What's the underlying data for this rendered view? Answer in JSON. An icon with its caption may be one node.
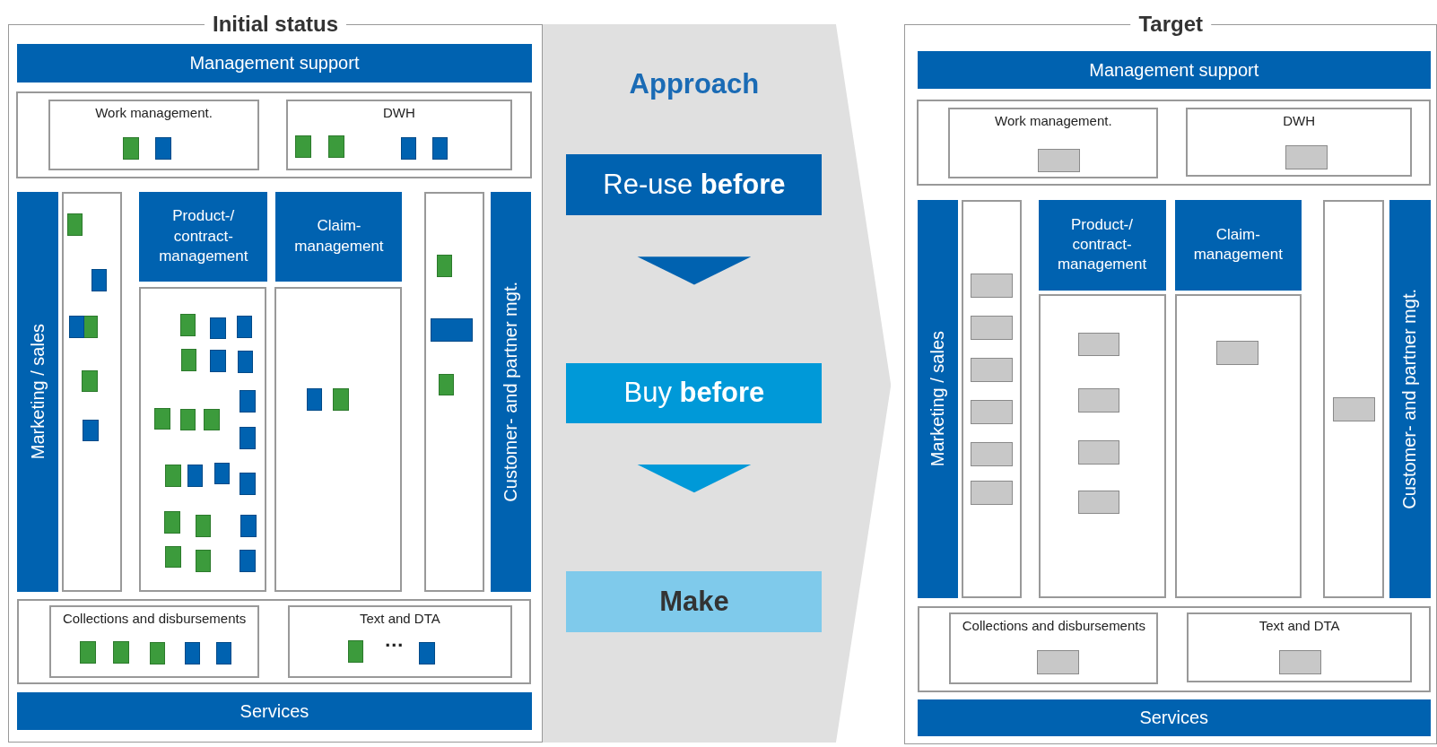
{
  "diagram": {
    "nodes": [
      {
        "text": [
          "Initial status"
        ]
      },
      {
        "text": [
          "Management support"
        ],
        "in": 0
      },
      {
        "text": [],
        "shape": "box",
        "in": 0
      },
      {
        "text": [
          "Work management."
        ],
        "in": 2
      },
      {
        "text": [
          "DWH"
        ],
        "in": 2
      },
      {
        "text": [
          "Marketing / sales"
        ],
        "in": 0
      },
      {
        "text": [],
        "shape": "box",
        "in": 0
      },
      {
        "text": [
          "Product-/ contract- management"
        ],
        "in": 0
      },
      {
        "text": [],
        "shape": "box",
        "in": 0
      },
      {
        "text": [
          "Claim- management"
        ],
        "in": 0
      },
      {
        "text": [],
        "shape": "box",
        "in": 0
      },
      {
        "text": [],
        "shape": "box",
        "in": 0
      },
      {
        "text": [
          "Customer- and partner mgt."
        ],
        "in": 0
      },
      {
        "text": [],
        "shape": "box",
        "in": 0
      },
      {
        "text": [
          "Collections and disbursements"
        ],
        "in": 13
      },
      {
        "text": [
          "Text and DTA"
        ],
        "in": 13
      },
      {
        "text": [
          "Services"
        ],
        "in": 0
      },
      {
        "text": [
          "Approach"
        ]
      },
      {
        "text": [
          "Re-use **before**"
        ],
        "in": 17
      },
      {
        "text": [
          "Buy **before**"
        ],
        "in": 17
      },
      {
        "text": [
          "Make"
        ],
        "in": 17
      },
      {
        "text": [
          "Target"
        ]
      },
      {
        "text": [
          "Management support"
        ],
        "in": 21
      },
      {
        "text": [],
        "shape": "box",
        "in": 21
      },
      {
        "text": [
          "Work management."
        ],
        "in": 23
      },
      {
        "text": [
          "DWH"
        ],
        "in": 23
      },
      {
        "text": [
          "Marketing / sales"
        ],
        "in": 21
      },
      {
        "text": [],
        "shape": "box",
        "in": 21
      },
      {
        "text": [
          "Product-/ contract- management"
        ],
        "in": 21
      },
      {
        "text": [],
        "shape": "box",
        "in": 21
      },
      {
        "text": [
          "Claim- management"
        ],
        "in": 21
      },
      {
        "text": [],
        "shape": "box",
        "in": 21
      },
      {
        "text": [],
        "shape": "box",
        "in": 21
      },
      {
        "text": [
          "Customer- and partner mgt."
        ],
        "in": 21
      },
      {
        "text": [],
        "shape": "box",
        "in": 21
      },
      {
        "text": [
          "Collections and disbursements"
        ],
        "in": 34
      },
      {
        "text": [
          "Text and DTA"
        ],
        "in": 34
      },
      {
        "text": [
          "Services"
        ],
        "in": 21
      }
    ],
    "edges": [
      {
        "from": 18,
        "to": 19,
        "arrow": "to"
      },
      {
        "from": 19,
        "to": 20,
        "arrow": "to"
      }
    ],
    "labels": [
      "…"
    ]
  }
}
